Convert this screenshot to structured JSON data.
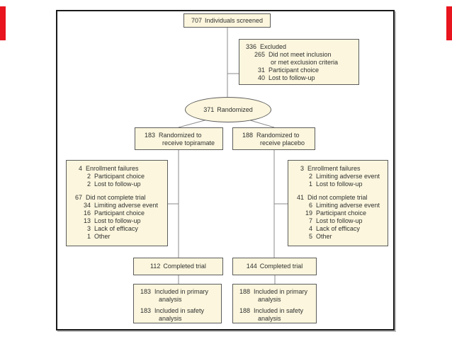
{
  "colors": {
    "accent_red": "#E8141E",
    "box_fill": "#FBF6DD",
    "box_border": "#5C5C5C",
    "panel_border": "#1A1A1A",
    "connector": "#8B8B8B",
    "text": "#313131"
  },
  "flow": {
    "screened": {
      "num": "707",
      "label": "Individuals screened"
    },
    "excluded": {
      "rows": [
        {
          "num": "336",
          "label": "Excluded"
        },
        {
          "num": "265",
          "label": "Did not meet inclusion",
          "indent": 1
        },
        {
          "label": "or met exclusion criteria",
          "indent": 1,
          "wrap": 1
        },
        {
          "num": "31",
          "label": "Participant choice",
          "indent": 1
        },
        {
          "num": "40",
          "label": "Lost to follow-up",
          "indent": 1
        }
      ]
    },
    "randomized": {
      "num": "371",
      "label": "Randomized"
    },
    "arm_left": {
      "num": "183",
      "line1": "Randomized to",
      "line2": "receive topiramate"
    },
    "arm_right": {
      "num": "188",
      "line1": "Randomized to",
      "line2": "receive placebo"
    },
    "dropout_left": {
      "rows": [
        {
          "num": "4",
          "label": "Enrollment failures"
        },
        {
          "num": "2",
          "label": "Participant choice",
          "indent": 1
        },
        {
          "num": "2",
          "label": "Lost to follow-up",
          "indent": 1
        },
        {
          "num": "67",
          "label": "Did not complete trial",
          "gap": 1
        },
        {
          "num": "34",
          "label": "Limiting adverse event",
          "indent": 1
        },
        {
          "num": "16",
          "label": "Participant choice",
          "indent": 1
        },
        {
          "num": "13",
          "label": "Lost to follow-up",
          "indent": 1
        },
        {
          "num": "3",
          "label": "Lack of efficacy",
          "indent": 1
        },
        {
          "num": "1",
          "label": "Other",
          "indent": 1
        }
      ]
    },
    "dropout_right": {
      "rows": [
        {
          "num": "3",
          "label": "Enrollment failures"
        },
        {
          "num": "2",
          "label": "Limiting adverse event",
          "indent": 1
        },
        {
          "num": "1",
          "label": "Lost to follow-up",
          "indent": 1
        },
        {
          "num": "41",
          "label": "Did not complete trial",
          "gap": 1
        },
        {
          "num": "6",
          "label": "Limiting adverse event",
          "indent": 1
        },
        {
          "num": "19",
          "label": "Participant choice",
          "indent": 1
        },
        {
          "num": "7",
          "label": "Lost to follow-up",
          "indent": 1
        },
        {
          "num": "4",
          "label": "Lack of efficacy",
          "indent": 1
        },
        {
          "num": "5",
          "label": "Other",
          "indent": 1
        }
      ]
    },
    "completed_left": {
      "num": "112",
      "label": "Completed trial"
    },
    "completed_right": {
      "num": "144",
      "label": "Completed trial"
    },
    "analysis_left": {
      "rows": [
        {
          "num": "183",
          "label": "Included in primary",
          "label2": "analysis"
        },
        {
          "num": "183",
          "label": "Included in safety",
          "label2": "analysis",
          "gap": 1
        }
      ]
    },
    "analysis_right": {
      "rows": [
        {
          "num": "188",
          "label": "Included in primary",
          "label2": "analysis"
        },
        {
          "num": "188",
          "label": "Included in safety",
          "label2": "analysis",
          "gap": 1
        }
      ]
    }
  }
}
